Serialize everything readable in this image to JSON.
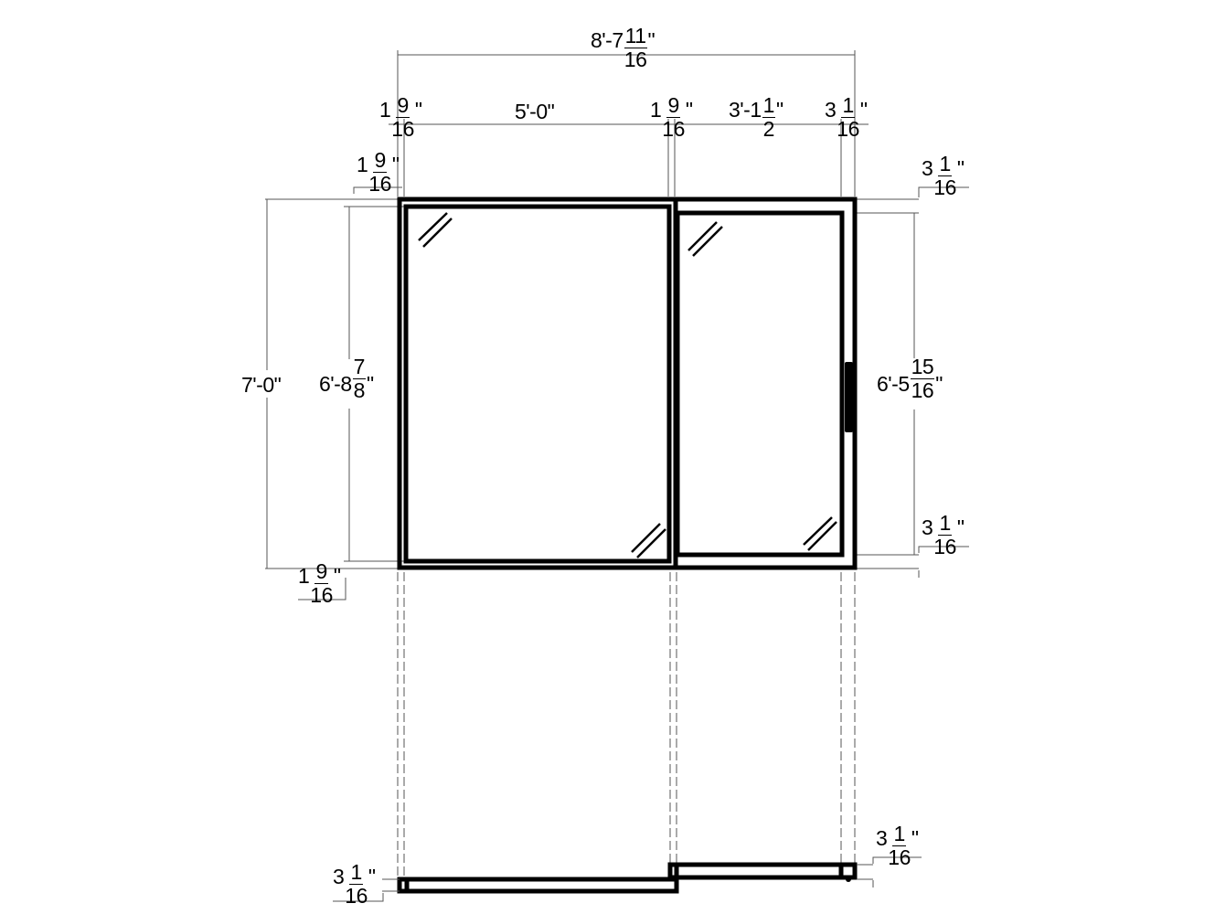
{
  "drawing": {
    "title": "Sliding door elevation with plan section",
    "line_color": "#000000",
    "dimension_line_color": "#555555"
  },
  "dimensions": {
    "overall_width": {
      "whole": "8'-7",
      "num": "11",
      "den": "16",
      "unit": "\""
    },
    "left_jamb_top": {
      "whole": "1",
      "num": "9",
      "den": "16",
      "unit": "\""
    },
    "fixed_panel_width": {
      "text": "5'-0\""
    },
    "meeting_stile": {
      "whole": "1",
      "num": "9",
      "den": "16",
      "unit": "\""
    },
    "sliding_panel_width": {
      "whole": "3'-1",
      "num": "1",
      "den": "2",
      "unit": "\""
    },
    "right_jamb_top": {
      "whole": "3",
      "num": "1",
      "den": "16",
      "unit": "\""
    },
    "head_left": {
      "whole": "1",
      "num": "9",
      "den": "16",
      "unit": "\""
    },
    "head_right": {
      "whole": "3",
      "num": "1",
      "den": "16",
      "unit": "\""
    },
    "overall_height": {
      "text": "7'-0\""
    },
    "fixed_glass_height": {
      "whole": "6'-8",
      "num": "7",
      "den": "8",
      "unit": "\""
    },
    "sliding_glass_height": {
      "whole": "6'-5",
      "num": "15",
      "den": "16",
      "unit": "\""
    },
    "sill_left": {
      "whole": "1",
      "num": "9",
      "den": "16",
      "unit": "\""
    },
    "sill_right": {
      "whole": "3",
      "num": "1",
      "den": "16",
      "unit": "\""
    },
    "plan_left_depth": {
      "whole": "3",
      "num": "1",
      "den": "16",
      "unit": "\""
    },
    "plan_right_depth": {
      "whole": "3",
      "num": "1",
      "den": "16",
      "unit": "\""
    }
  }
}
